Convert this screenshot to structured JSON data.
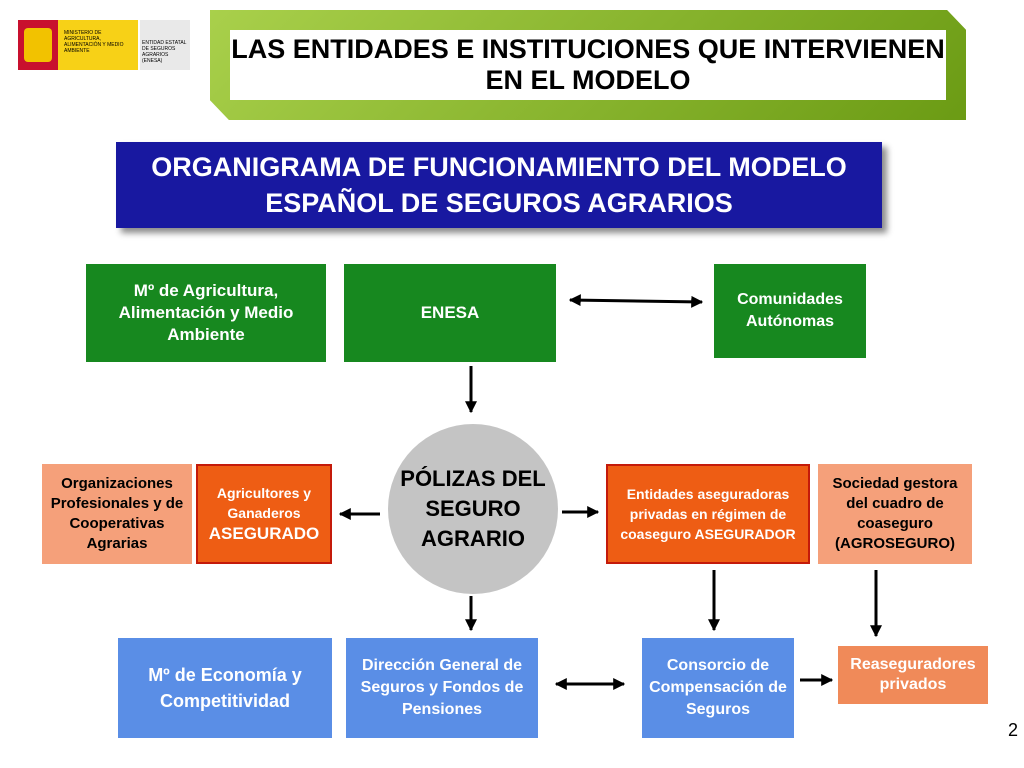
{
  "logo": {
    "ministry_text": "MINISTERIO DE AGRICULTURA, ALIMENTACIÓN Y MEDIO AMBIENTE",
    "enesa_text": "ENTIDAD ESTATAL DE SEGUROS AGRARIOS (ENESA)"
  },
  "title": "LAS ENTIDADES E INSTITUCIONES QUE INTERVIENEN EN EL MODELO",
  "subtitle": "ORGANIGRAMA DE FUNCIONAMIENTO DEL MODELO ESPAÑOL DE SEGUROS AGRARIOS",
  "nodes": {
    "min_agricultura": "Mº de Agricultura, Alimentación y Medio Ambiente",
    "enesa": "ENESA",
    "ccaa": "Comunidades Autónomas",
    "organizaciones": "Organizaciones Profesionales y de Cooperativas Agrarias",
    "agricultores": "Agricultores y Ganaderos",
    "asegurado": "ASEGURADO",
    "polizas": "PÓLIZAS DEL SEGURO AGRARIO",
    "entidades": "Entidades aseguradoras privadas en régimen de coaseguro ASEGURADOR",
    "sociedad": "Sociedad gestora del cuadro de coaseguro (AGROSEGURO)",
    "min_economia": "Mº de Economía y Competitividad",
    "direccion": "Dirección General de Seguros y Fondos de Pensiones",
    "consorcio": "Consorcio de Compensación de Seguros",
    "reaseguradores": "Reaseguradores privados"
  },
  "colors": {
    "green": "#17881f",
    "navy": "#1818a0",
    "orange": "#ee5d14",
    "salmon": "#f5a07a",
    "blue": "#5a8ee6",
    "gray": "#c4c4c4",
    "title_frame": "#8fbf2a"
  },
  "page_number": "2"
}
